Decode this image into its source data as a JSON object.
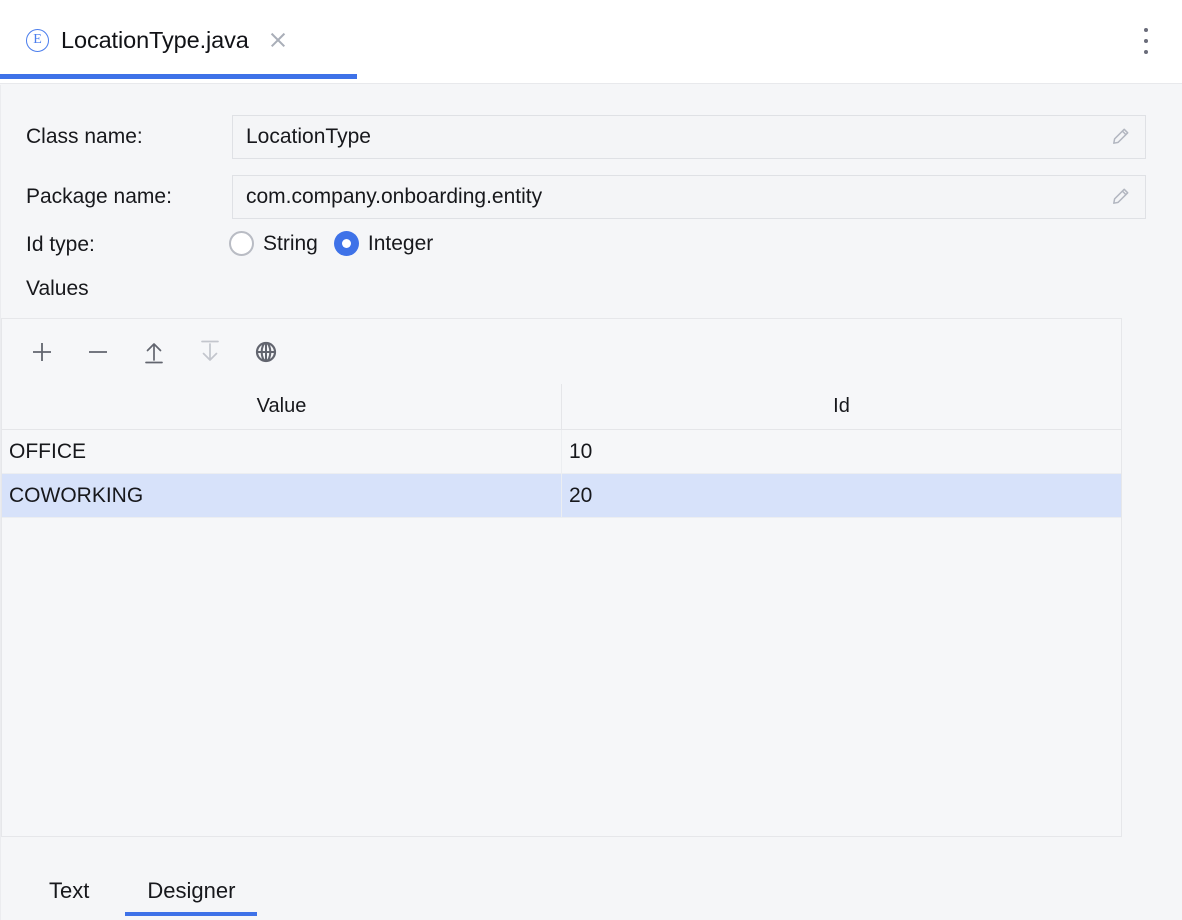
{
  "editor_tab": {
    "icon": "enum-class-icon",
    "icon_letter": "E",
    "title": "LocationType.java",
    "close_icon": "close-icon",
    "menu_icon": "kebab-menu-icon"
  },
  "form": {
    "class_name": {
      "label": "Class name:",
      "value": "LocationType",
      "edit_icon": "pencil-icon"
    },
    "package_name": {
      "label": "Package name:",
      "value": "com.company.onboarding.entity",
      "edit_icon": "pencil-icon"
    },
    "id_type": {
      "label": "Id type:",
      "options": [
        {
          "label": "String",
          "selected": false
        },
        {
          "label": "Integer",
          "selected": true
        }
      ]
    },
    "values_label": "Values"
  },
  "toolbar": {
    "buttons": [
      {
        "name": "add-button",
        "icon": "plus-icon",
        "enabled": true
      },
      {
        "name": "remove-button",
        "icon": "minus-icon",
        "enabled": true
      },
      {
        "name": "move-up-button",
        "icon": "arrow-up-icon",
        "enabled": true
      },
      {
        "name": "move-down-button",
        "icon": "arrow-down-icon",
        "enabled": false
      },
      {
        "name": "localization-button",
        "icon": "globe-icon",
        "enabled": true
      }
    ]
  },
  "table": {
    "columns": [
      "Value",
      "Id"
    ],
    "rows": [
      {
        "value": "OFFICE",
        "id": "10",
        "selected": false
      },
      {
        "value": "COWORKING",
        "id": "20",
        "selected": true
      }
    ]
  },
  "bottom_tabs": [
    {
      "label": "Text",
      "active": false
    },
    {
      "label": "Designer",
      "active": true
    }
  ],
  "colors": {
    "accent": "#3e72e8",
    "selection": "#d7e2fa",
    "panel_bg": "#f6f7f9",
    "page_bg": "#f5f6f8",
    "border": "#e6e7ea",
    "text": "#17181c",
    "icon": "#62656f",
    "icon_disabled": "#c3c6cd"
  }
}
